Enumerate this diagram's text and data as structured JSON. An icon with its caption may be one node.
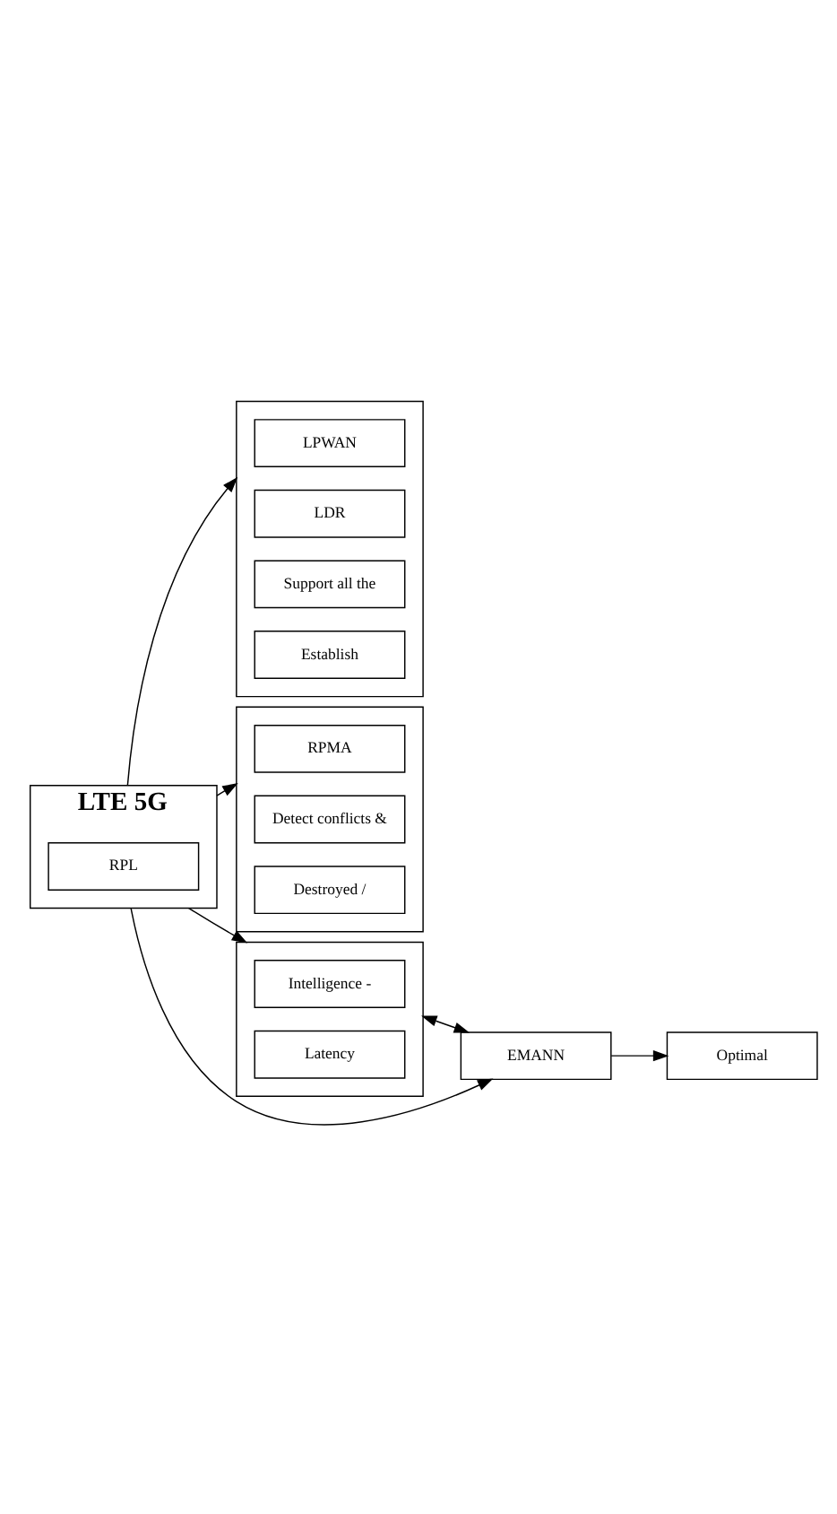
{
  "diagram": {
    "nodes": [
      {
        "text": [],
        "shape": "box"
      },
      {
        "text": [
          "LPWAN"
        ],
        "in": 0
      },
      {
        "text": [
          "LDR"
        ],
        "in": 0
      },
      {
        "text": [
          "Support all the"
        ],
        "in": 0
      },
      {
        "text": [
          "Establish"
        ],
        "in": 0
      },
      {
        "text": [
          "LTE 5G"
        ]
      },
      {
        "text": [
          "RPL"
        ],
        "in": 5
      },
      {
        "text": [],
        "shape": "box"
      },
      {
        "text": [
          "RPMA"
        ],
        "in": 7
      },
      {
        "text": [
          "Detect conflicts &"
        ],
        "in": 7
      },
      {
        "text": [
          "Destroyed /"
        ],
        "in": 7
      },
      {
        "text": [],
        "shape": "box"
      },
      {
        "text": [
          "Intelligence -"
        ],
        "in": 11
      },
      {
        "text": [
          "Latency"
        ],
        "in": 11
      },
      {
        "text": [
          "EMANN"
        ]
      },
      {
        "text": [
          "Optimal"
        ]
      }
    ],
    "edges": [
      {
        "from": 5,
        "to": 0,
        "arrow": "to"
      },
      {
        "from": 5,
        "to": 7,
        "arrow": "to"
      },
      {
        "from": 5,
        "to": 11,
        "arrow": "to"
      },
      {
        "from": 5,
        "to": 14,
        "arrow": "to"
      },
      {
        "from": 11,
        "to": 14,
        "arrow": "both"
      },
      {
        "from": 14,
        "to": 15,
        "arrow": "to"
      }
    ]
  }
}
